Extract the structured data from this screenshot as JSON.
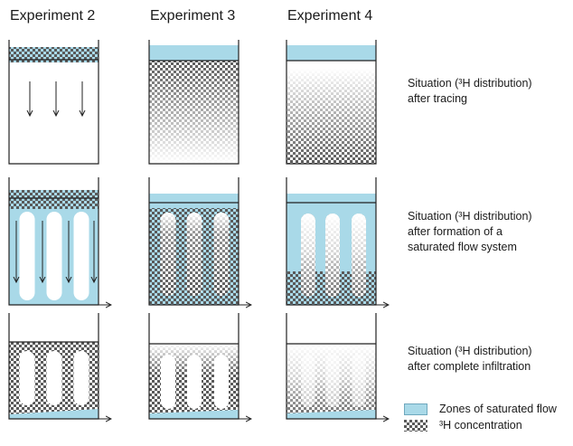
{
  "columns": [
    {
      "title": "Experiment 2"
    },
    {
      "title": "Experiment 3"
    },
    {
      "title": "Experiment 4"
    }
  ],
  "rows": [
    {
      "lines": [
        "Situation (³H distribution)",
        "after tracing"
      ]
    },
    {
      "lines": [
        "Situation (³H distribution)",
        "after formation of a",
        "saturated flow system"
      ]
    },
    {
      "lines": [
        "Situation (³H distribution)",
        "after complete infiltration"
      ]
    }
  ],
  "legend": {
    "saturated_label": "Zones of saturated flow",
    "tracer_label": "³H concentration"
  },
  "colors": {
    "saturated": "#a9d9e8",
    "tracer_dot": "#5a5a5a",
    "outline": "#222222"
  }
}
